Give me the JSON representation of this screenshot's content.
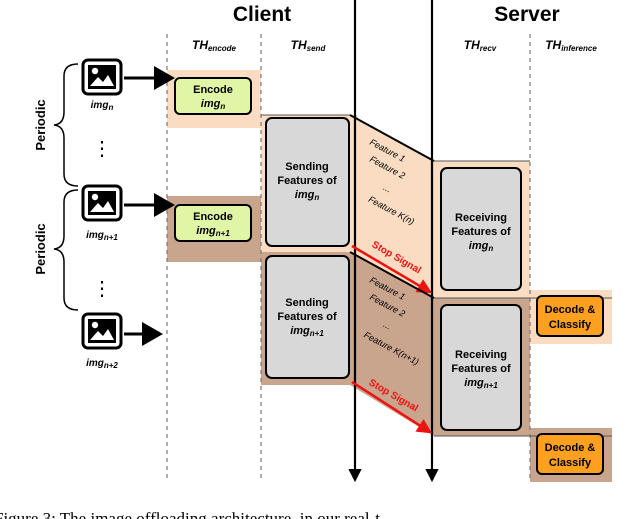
{
  "columns": {
    "client_title": "Client",
    "server_title": "Server",
    "th_encode": {
      "main": "TH",
      "sub": "encode"
    },
    "th_send": {
      "main": "TH",
      "sub": "send"
    },
    "th_recv": {
      "main": "TH",
      "sub": "recv"
    },
    "th_inference": {
      "main": "TH",
      "sub": "inference"
    }
  },
  "periodic_label": "Periodic",
  "ellipsis": "⋮",
  "images": [
    {
      "main": "img",
      "sub": "n"
    },
    {
      "main": "img",
      "sub": "n+1"
    },
    {
      "main": "img",
      "sub": "n+2"
    }
  ],
  "encode_boxes": [
    {
      "line1": "Encode",
      "img_main": "img",
      "img_sub": "n"
    },
    {
      "line1": "Encode",
      "img_main": "img",
      "img_sub": "n+1"
    }
  ],
  "send_boxes": [
    {
      "line1": "Sending",
      "line2": "Features of",
      "img_main": "img",
      "img_sub": "n"
    },
    {
      "line1": "Sending",
      "line2": "Features of",
      "img_main": "img",
      "img_sub": "n+1"
    }
  ],
  "recv_boxes": [
    {
      "line1": "Receiving",
      "line2": "Features of",
      "img_main": "img",
      "img_sub": "n"
    },
    {
      "line1": "Receiving",
      "line2": "Features of",
      "img_main": "img",
      "img_sub": "n+1"
    }
  ],
  "transfer_1": {
    "feature1": "Feature 1",
    "feature2": "Feature 2",
    "dots": "...",
    "featureK": "Feature K(n)",
    "stop": "Stop Signal"
  },
  "transfer_2": {
    "feature1": "Feature 1",
    "feature2": "Feature 2",
    "dots": "...",
    "featureK": "Feature K(n+1)",
    "stop": "Stop Signal"
  },
  "decode_label": {
    "line1": "Decode &",
    "line2": "Classify"
  },
  "caption": "Figure 3: The image offloading architecture, in our real-t",
  "colors": {
    "light_band": "#f9dcc1",
    "dark_band": "#c9a58e",
    "encode_green": "#e0f5a5",
    "gray_box": "#d8d8d8",
    "decode_orange": "#ffa020",
    "stop_red": "#ee1111"
  }
}
